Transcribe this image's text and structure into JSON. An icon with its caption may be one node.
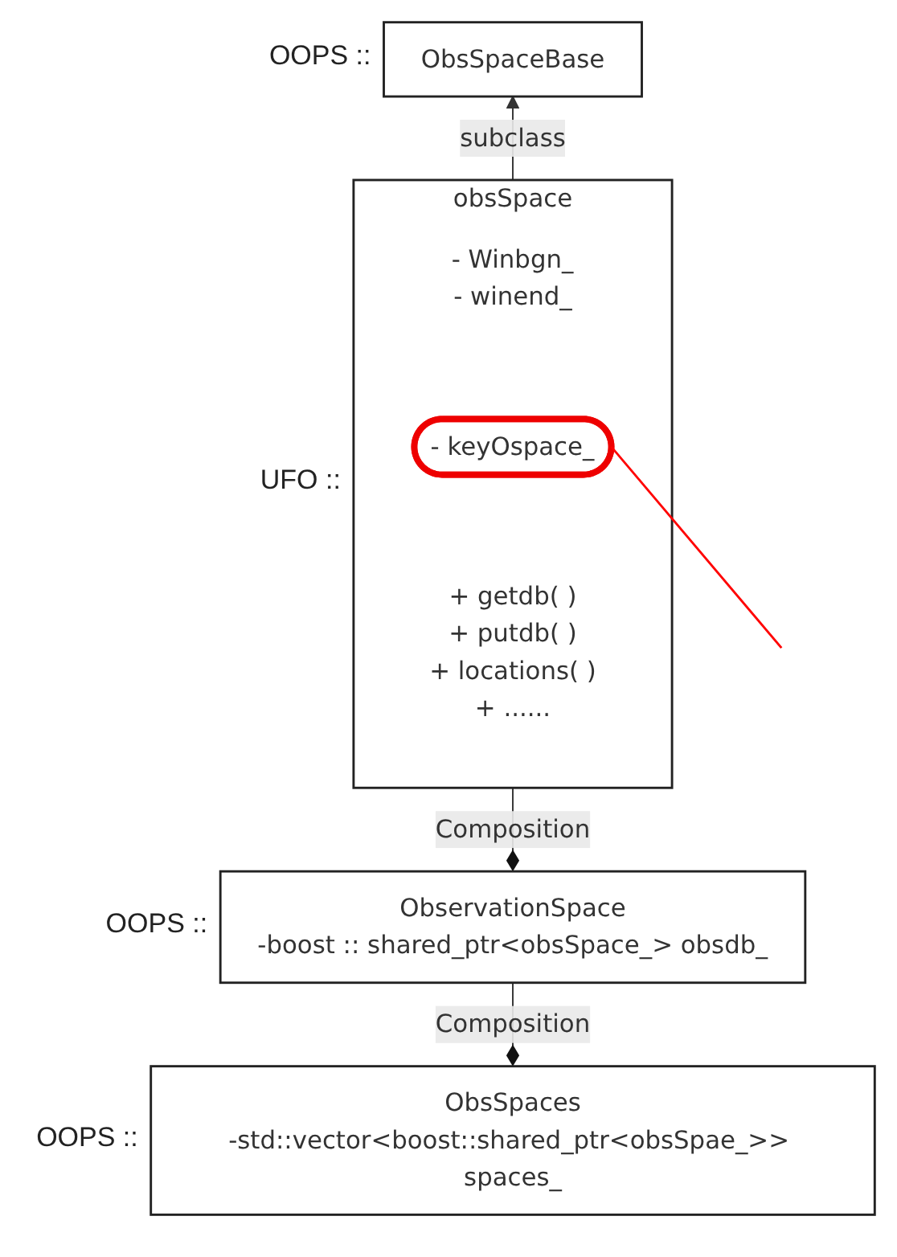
{
  "diagram": {
    "nodes": [
      {
        "text": [
          "ObsSpaceBase"
        ],
        "beside": [
          "OOPS ::"
        ]
      },
      {
        "text": [
          "obsSpace"
        ],
        "beside": [
          "UFO ::"
        ]
      },
      {
        "text": [
          "- Winbgn_",
          "- winend_"
        ],
        "in": 1
      },
      {
        "text": [
          "- keyOspace_"
        ],
        "in": 1
      },
      {
        "text": [
          "+ getdb( )",
          "+ putdb( )",
          "+ locations( )",
          "+ ......"
        ],
        "in": 1
      },
      {
        "text": [
          "ObservationSpace",
          "-boost :: shared_ptr<obsSpace_> obsdb_"
        ],
        "beside": [
          "OOPS ::"
        ]
      },
      {
        "text": [
          "ObsSpaces",
          "-std::vector<boost::shared_ptr<obsSpae_>> spaces_"
        ],
        "beside": [
          "OOPS ::"
        ]
      }
    ],
    "edges": [
      {
        "from": 1,
        "to": 0,
        "arrow": "to",
        "label": "subclass"
      },
      {
        "from": 5,
        "to": 1,
        "arrow": "other",
        "label": "Composition"
      },
      {
        "from": 6,
        "to": 5,
        "arrow": "other",
        "label": "Composition"
      },
      {
        "from": 3,
        "to": null,
        "arrow": "none",
        "color": "#ff0000"
      }
    ]
  }
}
